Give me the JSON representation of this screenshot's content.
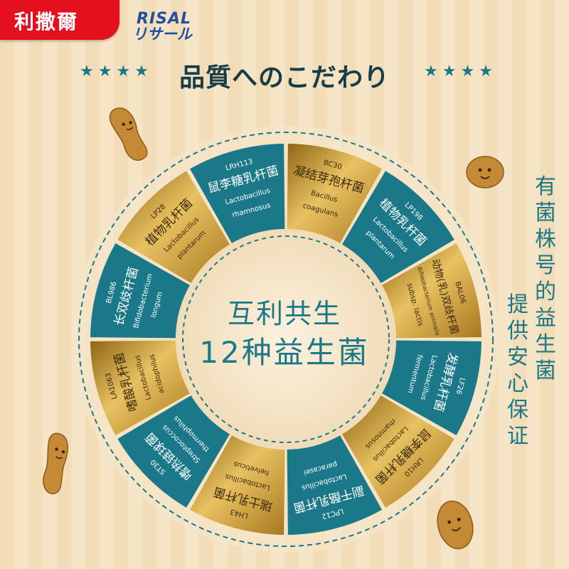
{
  "brand": {
    "chinese_name": "利撒爾",
    "logo_latin": "RISAL",
    "logo_katakana": "リサール"
  },
  "header": {
    "title": "品質へのこだわり",
    "stars_left": "★★★★",
    "stars_right": "★★★★"
  },
  "side_text": {
    "column1": "有菌株号的益生菌",
    "column2": "提供安心保证"
  },
  "center": {
    "line1": "互利共生",
    "line2": "12种益生菌"
  },
  "strains": [
    {
      "code": "LP198",
      "name": "植物乳杆菌",
      "latin": [
        "Lactobacillus",
        "plantarum"
      ]
    },
    {
      "code": "BAL06",
      "name": "动物(乳)双歧杆菌",
      "latin": [
        "Bifidobacterium animalis",
        "subsp. lactis"
      ]
    },
    {
      "code": "LF26",
      "name": "发酵乳杆菌",
      "latin": [
        "Lactobacillus",
        "fermentum"
      ]
    },
    {
      "code": "LRH10",
      "name": "鼠李糖乳杆菌",
      "latin": [
        "Lactobacillus",
        "rhamnosus"
      ]
    },
    {
      "code": "LPC12",
      "name": "副干酪乳杆菌",
      "latin": [
        "Lactobacillus",
        "paracasei"
      ]
    },
    {
      "code": "LH43",
      "name": "瑞士乳杆菌",
      "latin": [
        "Lactobacillus",
        "helveticus"
      ]
    },
    {
      "code": "ST30",
      "name": "嗜热链球菌",
      "latin": [
        "Streptococcus",
        "thermophilus"
      ]
    },
    {
      "code": "LA1063",
      "name": "嗜酸乳杆菌",
      "latin": [
        "Lactobacillus",
        "acidophilus"
      ]
    },
    {
      "code": "BL986",
      "name": "长双歧杆菌",
      "latin": [
        "Bifidobacterium",
        "longum"
      ]
    },
    {
      "code": "LP28",
      "name": "植物乳杆菌",
      "latin": [
        "Lactobacillus",
        "plantarum"
      ]
    },
    {
      "code": "LRH113",
      "name": "鼠李糖乳杆菌",
      "latin": [
        "Lactobacillus",
        "rhamnosus"
      ]
    },
    {
      "code": "BC30",
      "name": "凝结芽孢杆菌",
      "latin": [
        "Bacillus",
        "coagulans"
      ]
    }
  ],
  "colors": {
    "teal": "#1b7888",
    "gold": "#c9972e",
    "brand_red": "#e4101d",
    "logo_blue": "#1f4fa0",
    "background": "#f6e4c6"
  },
  "icons": [
    "bacteria-mascot-icon",
    "star-icon"
  ]
}
